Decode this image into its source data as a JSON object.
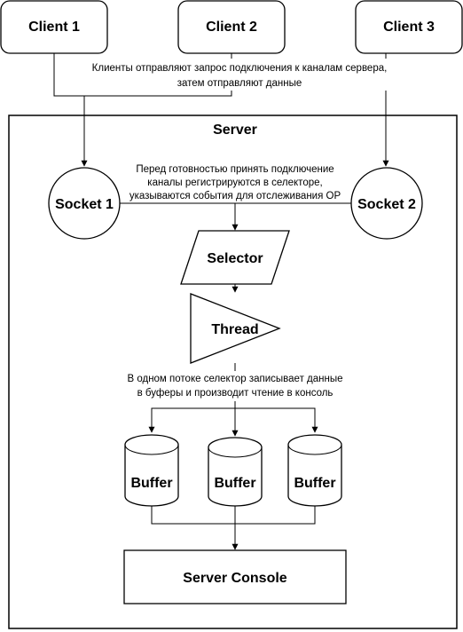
{
  "clients": [
    {
      "label": "Client 1"
    },
    {
      "label": "Client 2"
    },
    {
      "label": "Client 3"
    }
  ],
  "clients_note": {
    "line1": "Клиенты отправляют запрос подключения к каналам сервера,",
    "line2": "затем отправляют данные"
  },
  "server": {
    "title": "Server"
  },
  "sockets": [
    {
      "label": "Socket 1"
    },
    {
      "label": "Socket 2"
    }
  ],
  "register_note": {
    "line1": "Перед готовностью принять подключение",
    "line2": "каналы регистрируются в селекторе,",
    "line3": "указываются события для отслеживания ОР"
  },
  "selector": {
    "label": "Selector"
  },
  "thread": {
    "label": "Thread"
  },
  "thread_note": {
    "line1": "В одном потоке селектор записывает данные",
    "line2": "в буферы и производит чтение в консоль"
  },
  "buffers": [
    {
      "label": "Buffer"
    },
    {
      "label": "Buffer"
    },
    {
      "label": "Buffer"
    }
  ],
  "console": {
    "label": "Server Console"
  }
}
